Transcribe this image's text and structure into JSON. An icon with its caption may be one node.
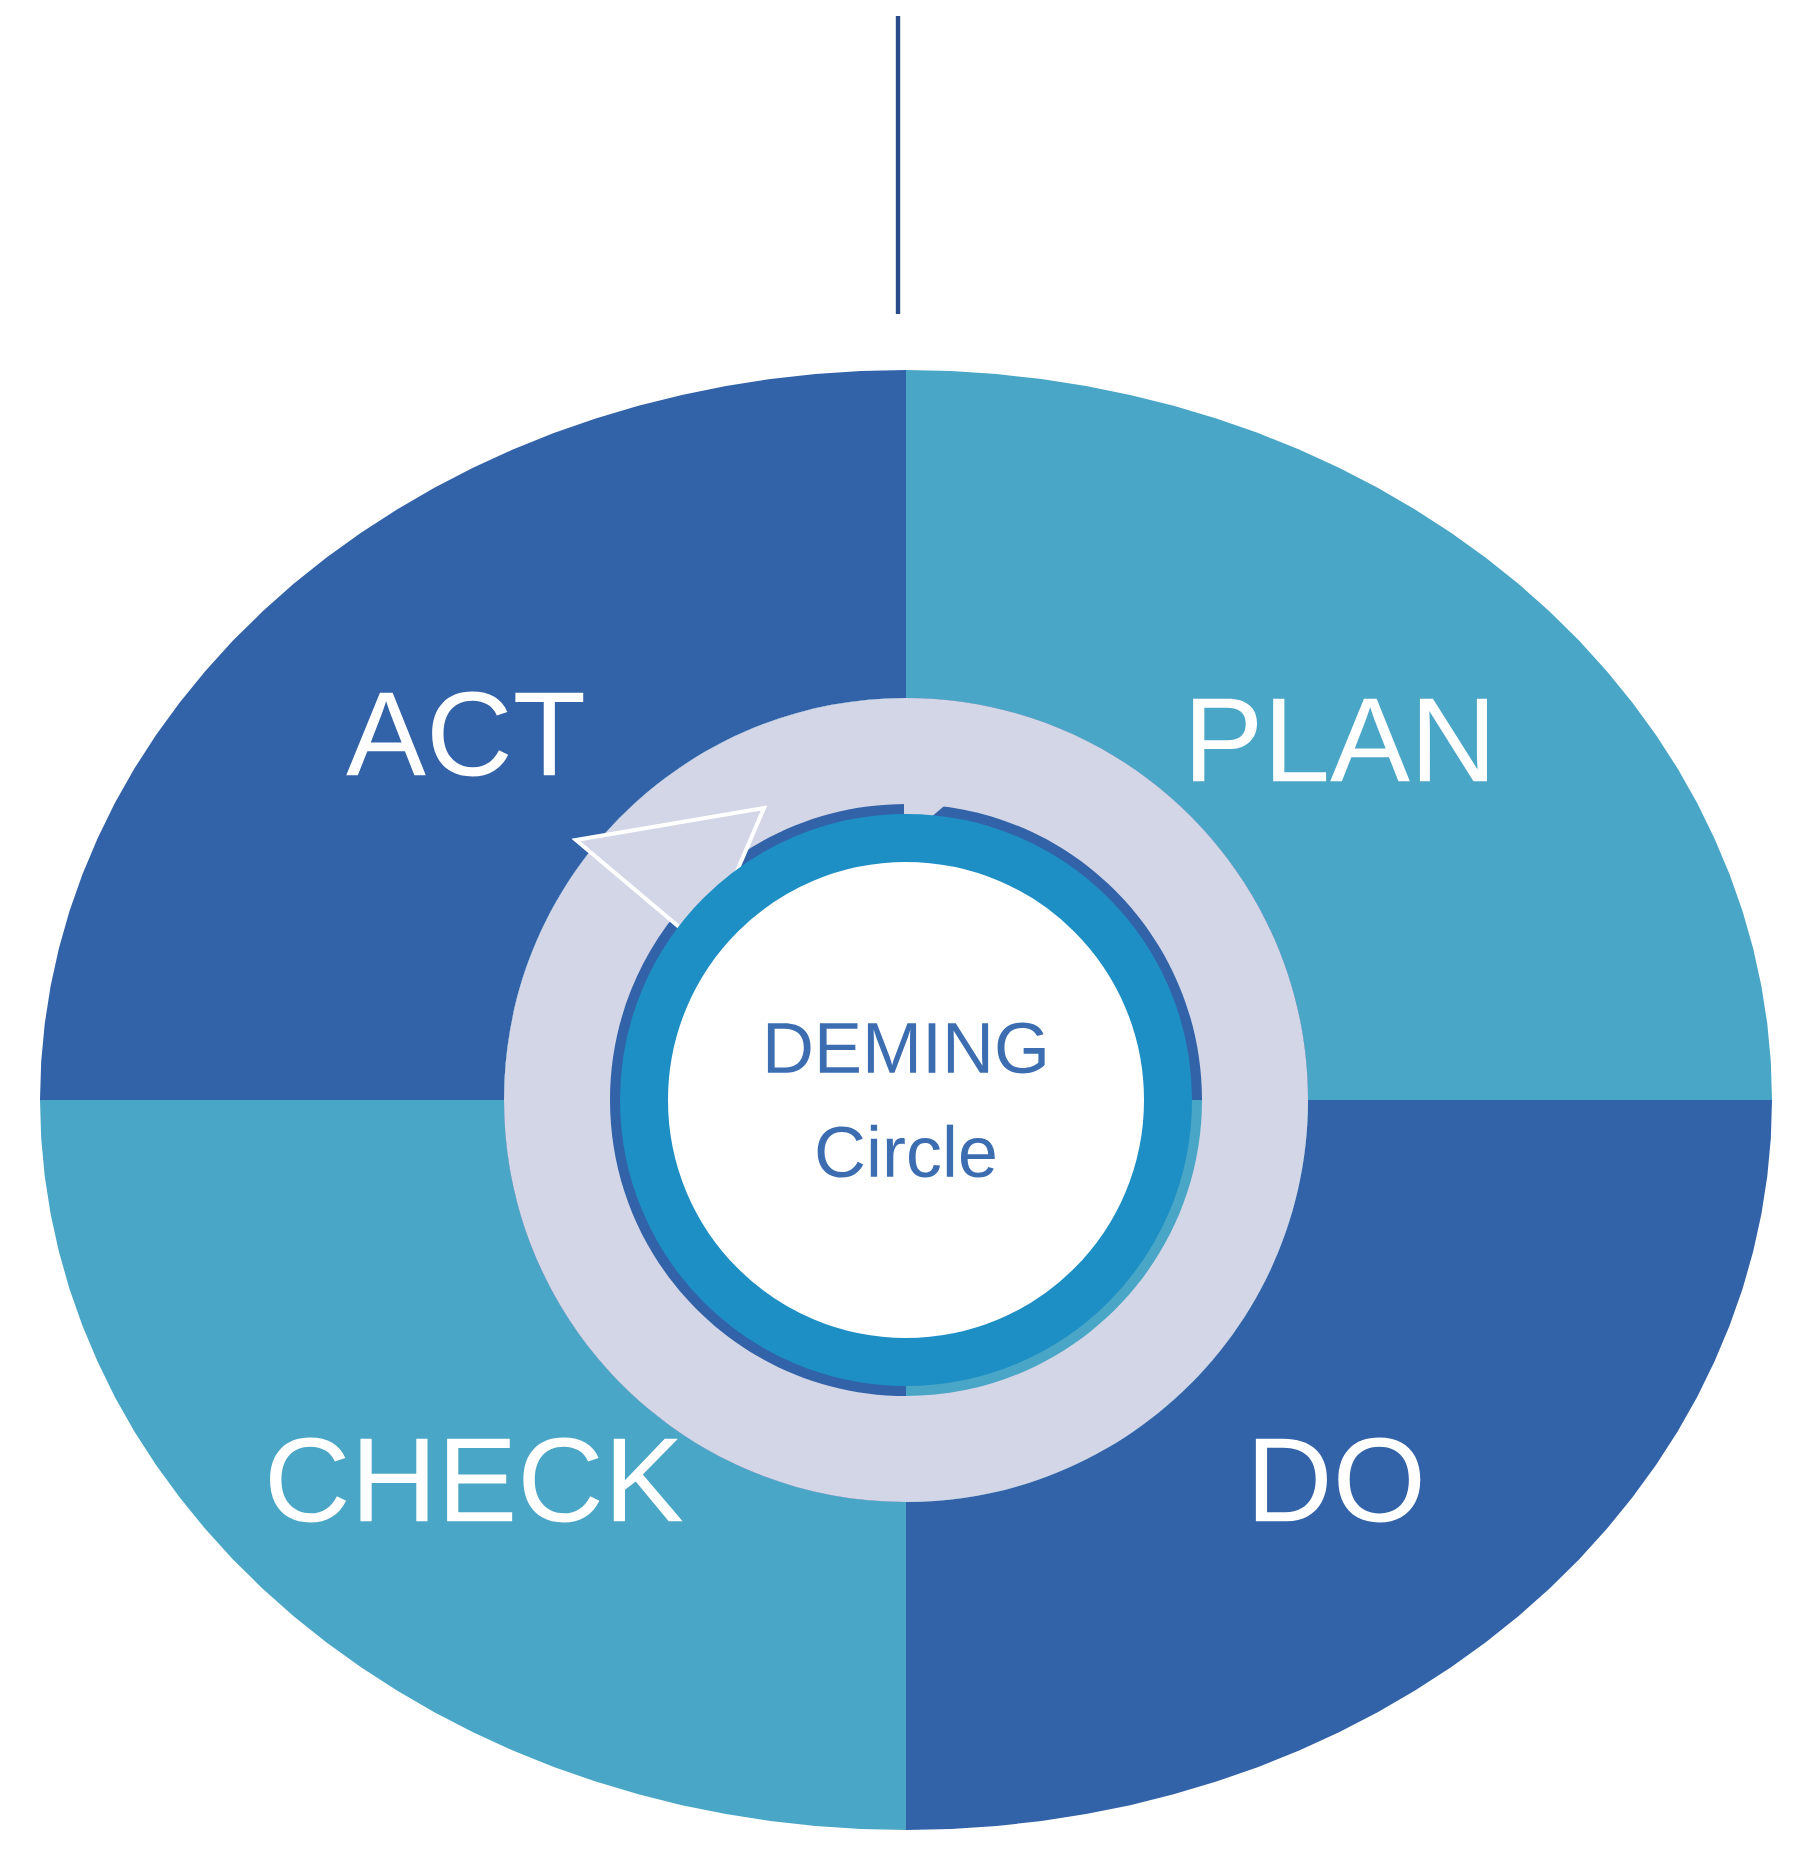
{
  "diagram": {
    "nodes": [
      {
        "text": [
          "ACT"
        ]
      },
      {
        "text": [
          "PLAN"
        ]
      },
      {
        "text": [
          "CHECK"
        ]
      },
      {
        "text": [
          "DO"
        ]
      },
      {
        "text": [
          "DEMING Circle"
        ]
      }
    ]
  }
}
